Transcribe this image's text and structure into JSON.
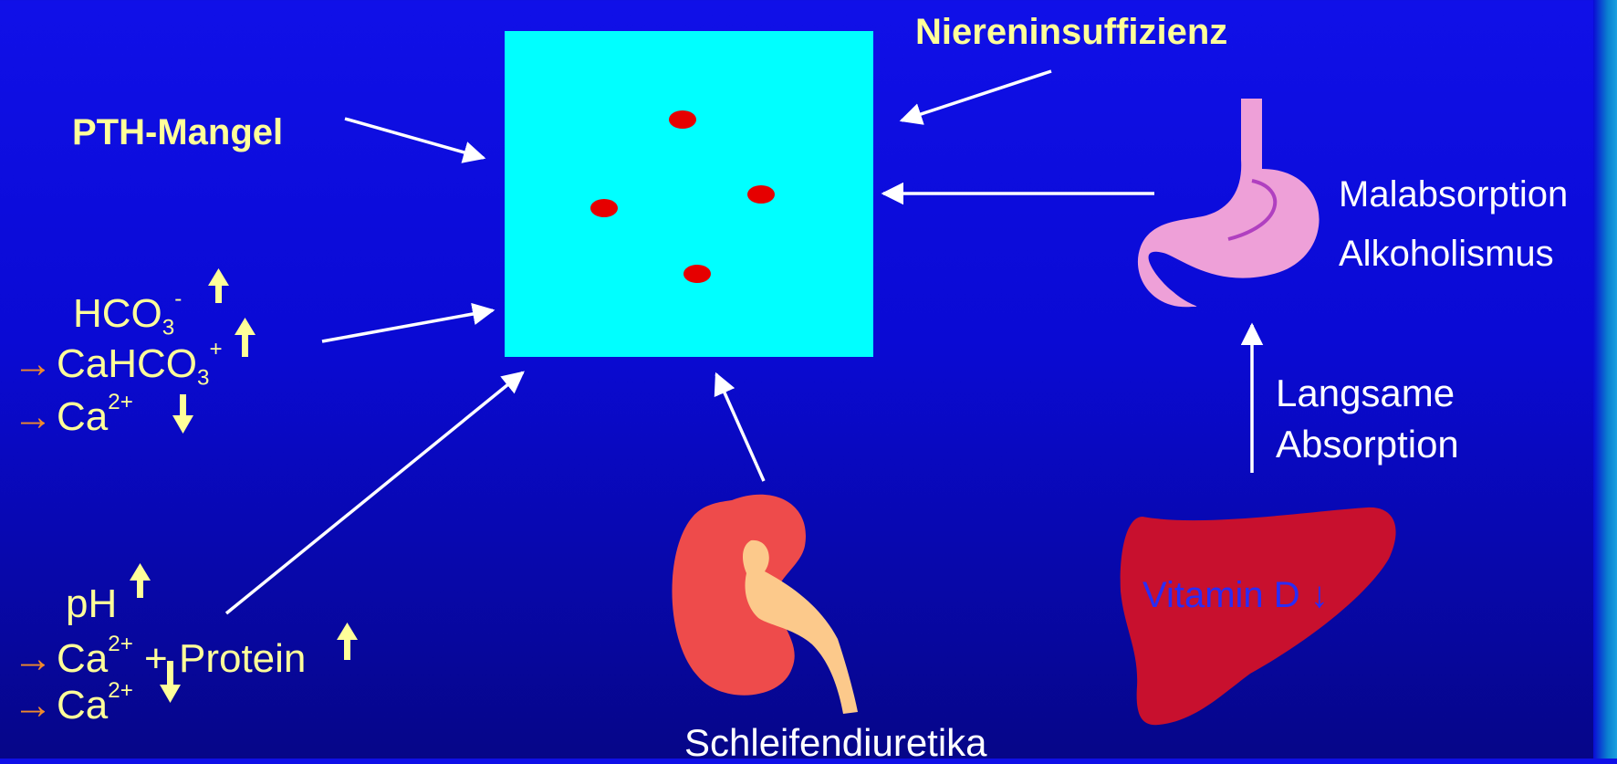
{
  "colors": {
    "background": "#0a0ad4",
    "plasma_box": "#00ffff",
    "label_yellow": "#ffff99",
    "arrow_orange": "#f08a2c",
    "cell_red": "#e60000",
    "liver": "#c8102e",
    "kidney": "#ee4b4b",
    "stomach": "#eea0d8",
    "vitamin_blue": "#2a2cf5"
  },
  "labels": {
    "pth": "PTH-Mangel",
    "niere": "Niereninsuffizienz",
    "malabsorption": "Malabsorption",
    "alkohol": "Alkoholismus",
    "langsame": "Langsame",
    "absorption": "Absorption",
    "schleife": "Schleifendiuretika",
    "vitamin": "Vitamin D ↓"
  },
  "chem": {
    "hco3": "HCO",
    "hco3_sub": "3",
    "hco3_sup": "-",
    "cahco3": "CaHCO",
    "cahco3_sub": "3",
    "cahco3_sup": "+",
    "ca": "Ca",
    "ca_sup": "2+",
    "ph": "pH",
    "protein": " + Protein",
    "arrow_right": "→",
    "up": "↑",
    "down": "↓"
  },
  "icons": [
    "stomach-icon",
    "kidney-icon",
    "liver-icon",
    "up-arrow-icon",
    "down-arrow-icon"
  ]
}
